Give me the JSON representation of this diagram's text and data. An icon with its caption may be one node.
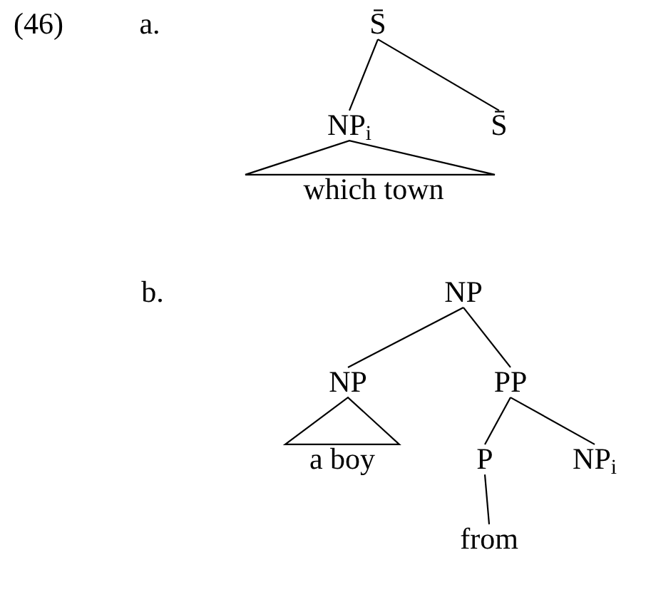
{
  "diagram": {
    "nodes": [
      {
        "text": [
          "S̄"
        ]
      },
      {
        "text": [
          "NP$_{i}$"
        ]
      },
      {
        "text": [
          "S̄"
        ]
      },
      {
        "text": [
          "which town"
        ]
      },
      {
        "text": [
          "NP"
        ]
      },
      {
        "text": [
          "NP"
        ]
      },
      {
        "text": [
          "PP"
        ]
      },
      {
        "text": [
          "a boy"
        ]
      },
      {
        "text": [
          "P"
        ]
      },
      {
        "text": [
          "NP$_{i}$"
        ]
      },
      {
        "text": [
          "from"
        ]
      }
    ],
    "edges": [
      {
        "from": 0,
        "to": 1,
        "arrow": "none"
      },
      {
        "from": 0,
        "to": 2,
        "arrow": "none"
      },
      {
        "from": 1,
        "to": 3,
        "arrow": "none"
      },
      {
        "from": 4,
        "to": 5,
        "arrow": "none"
      },
      {
        "from": 4,
        "to": 6,
        "arrow": "none"
      },
      {
        "from": 5,
        "to": 7,
        "arrow": "none"
      },
      {
        "from": 6,
        "to": 8,
        "arrow": "none"
      },
      {
        "from": 6,
        "to": 9,
        "arrow": "none"
      },
      {
        "from": 8,
        "to": 10,
        "arrow": "none"
      }
    ],
    "labels": [
      "(46)",
      "a.",
      "b."
    ]
  }
}
